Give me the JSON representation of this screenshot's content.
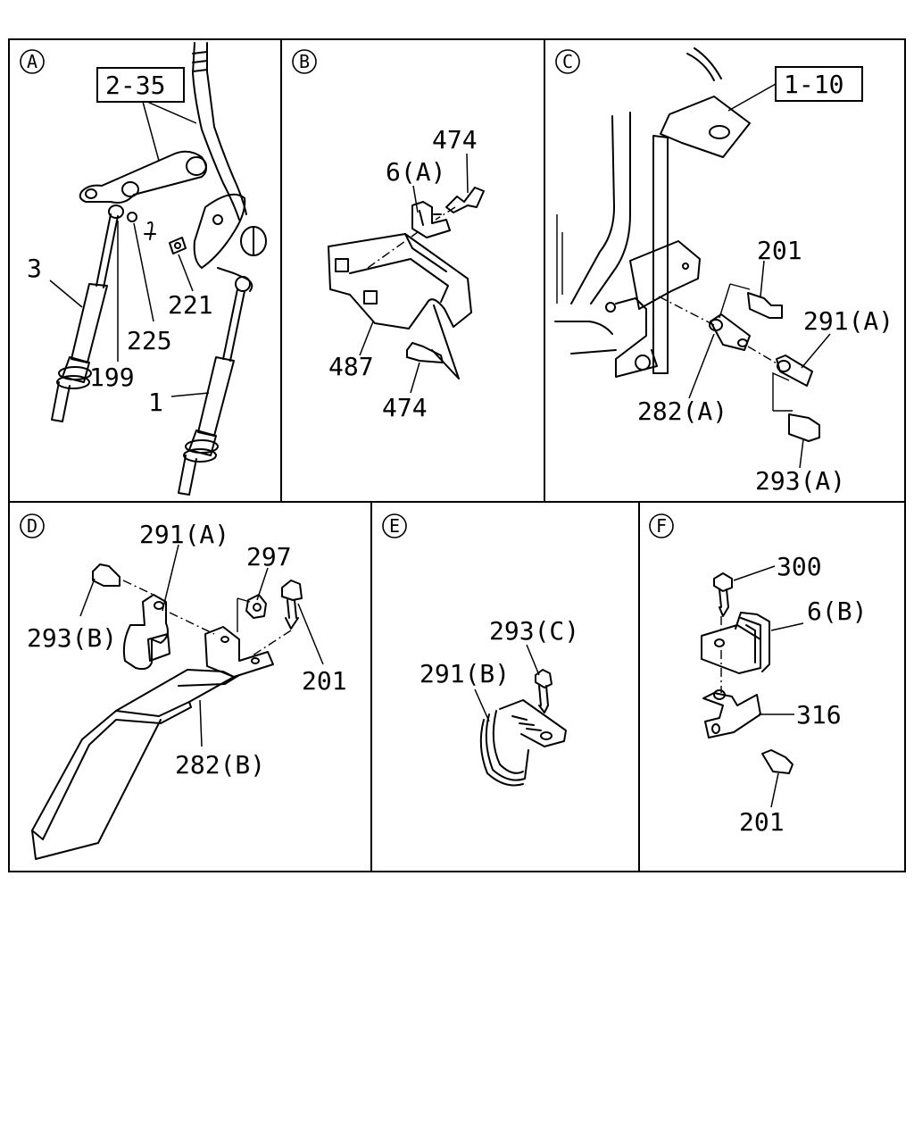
{
  "panels": [
    {
      "id": "A",
      "refs": [
        "2-35"
      ],
      "parts": [
        "3",
        "199",
        "225",
        "221",
        "1"
      ]
    },
    {
      "id": "B",
      "refs": [],
      "parts": [
        "474",
        "6(A)",
        "487",
        "474"
      ]
    },
    {
      "id": "C",
      "refs": [
        "1-10"
      ],
      "parts": [
        "201",
        "291(A)",
        "282(A)",
        "293(A)"
      ]
    },
    {
      "id": "D",
      "refs": [],
      "parts": [
        "291(A)",
        "297",
        "293(B)",
        "201",
        "282(B)"
      ]
    },
    {
      "id": "E",
      "refs": [],
      "parts": [
        "293(C)",
        "291(B)"
      ]
    },
    {
      "id": "F",
      "refs": [],
      "parts": [
        "300",
        "6(B)",
        "316",
        "201"
      ]
    }
  ],
  "icons": {
    "cotter-pin": "cotter-pin-icon"
  }
}
